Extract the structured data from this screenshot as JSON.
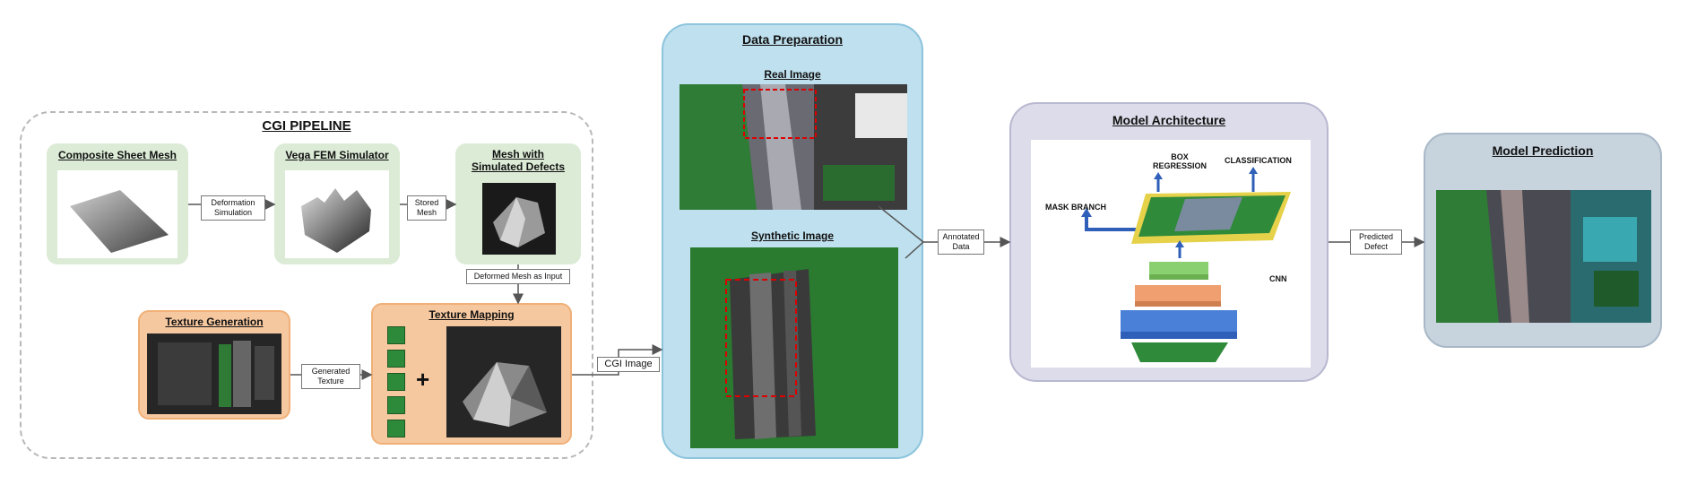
{
  "cgi": {
    "title": "CGI PIPELINE",
    "composite": "Composite Sheet Mesh",
    "simulator": "Vega FEM Simulator",
    "mesh_defects": "Mesh with Simulated Defects",
    "texture_gen": "Texture Generation",
    "texture_map": "Texture Mapping",
    "plus": "+",
    "edge_deform": "Deformation Simulation",
    "edge_stored": "Stored Mesh",
    "edge_deformed": "Deformed Mesh as Input",
    "edge_generated": "Generated Texture"
  },
  "edge_cgi_image": "CGI Image",
  "prep": {
    "title": "Data Preparation",
    "real": "Real Image",
    "synthetic": "Synthetic Image"
  },
  "edge_annotated": "Annotated Data",
  "arch": {
    "title": "Model Architecture",
    "box_regression": "BOX REGRESSION",
    "classification": "CLASSIFICATION",
    "mask_branch": "MASK BRANCH",
    "cnn": "CNN"
  },
  "edge_predicted": "Predicted Defect",
  "pred": {
    "title": "Model Prediction"
  },
  "colors": {
    "cgi_green": "#dcebd6",
    "cgi_orange": "#f6c8a0",
    "prep_blue": "#bfe0ee",
    "arch_lavender": "#dcdcea",
    "pred_gray": "#c7d3dd"
  }
}
